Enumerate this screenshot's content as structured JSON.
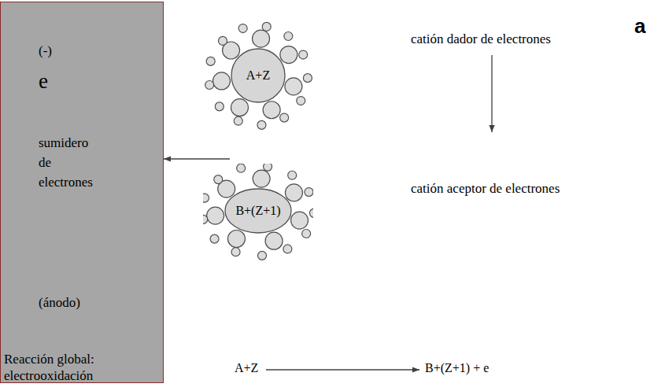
{
  "diagram": {
    "nodes": [
      {
        "text": [
          "(-)",
          "e",
          "sumidero de electrones",
          "(ánodo)"
        ]
      },
      {
        "text": [
          "A+Z"
        ]
      },
      {
        "text": [
          "B+(Z+1)"
        ]
      }
    ],
    "edges": [
      {
        "from": 1,
        "to": 0,
        "arrow": "to"
      }
    ],
    "labels": [
      "a",
      "catión dador de electrones",
      "catión aceptor de electrones",
      "Reacción global: electrooxidación",
      "A+Z",
      "B+(Z+1) + e"
    ]
  }
}
